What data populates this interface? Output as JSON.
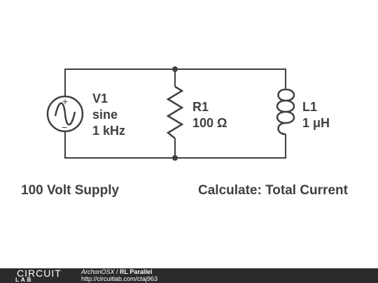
{
  "components": {
    "v1": {
      "name": "V1",
      "type": "sine",
      "freq": "1 kHz",
      "plus": "+",
      "minus": "−"
    },
    "r1": {
      "name": "R1",
      "value": "100 Ω"
    },
    "l1": {
      "name": "L1",
      "value": "1 μH"
    }
  },
  "notes": {
    "supply": "100 Volt Supply",
    "task": "Calculate: Total Current"
  },
  "footer": {
    "logo_top": "CIRCUIT",
    "logo_bottom": "LAB",
    "user": "ArchonOSX",
    "separator": " / ",
    "title": "RL Parallel",
    "url": "http://circuitlab.com/ctaj963"
  }
}
